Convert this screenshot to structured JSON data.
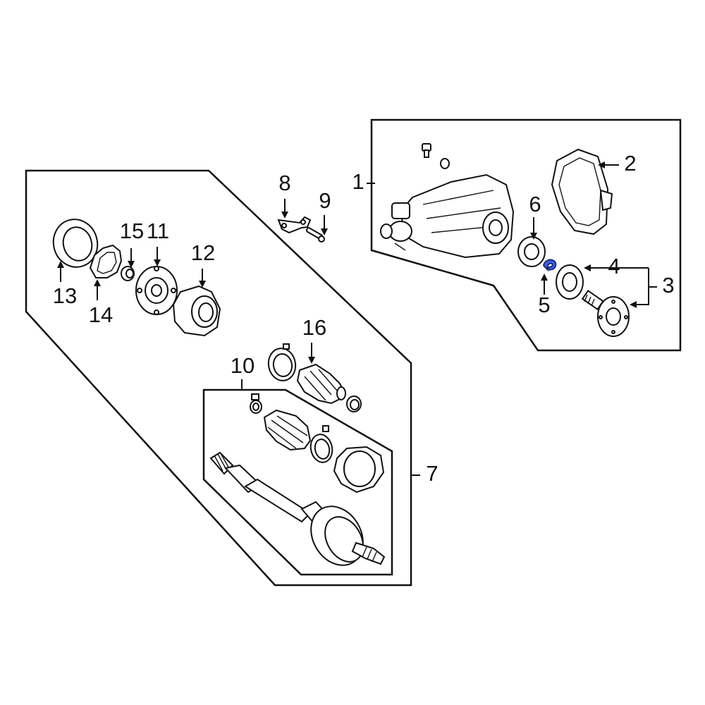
{
  "colors": {
    "highlight": "#3d5bd9",
    "line": "#111111",
    "background": "#ffffff"
  },
  "callouts": {
    "c1": "1",
    "c2": "2",
    "c3": "3",
    "c4": "4",
    "c5": "5",
    "c6": "6",
    "c7": "7",
    "c8": "8",
    "c9": "9",
    "c10": "10",
    "c11": "11",
    "c12": "12",
    "c13": "13",
    "c14": "14",
    "c15": "15",
    "c16": "16"
  },
  "highlighted_part": "5"
}
